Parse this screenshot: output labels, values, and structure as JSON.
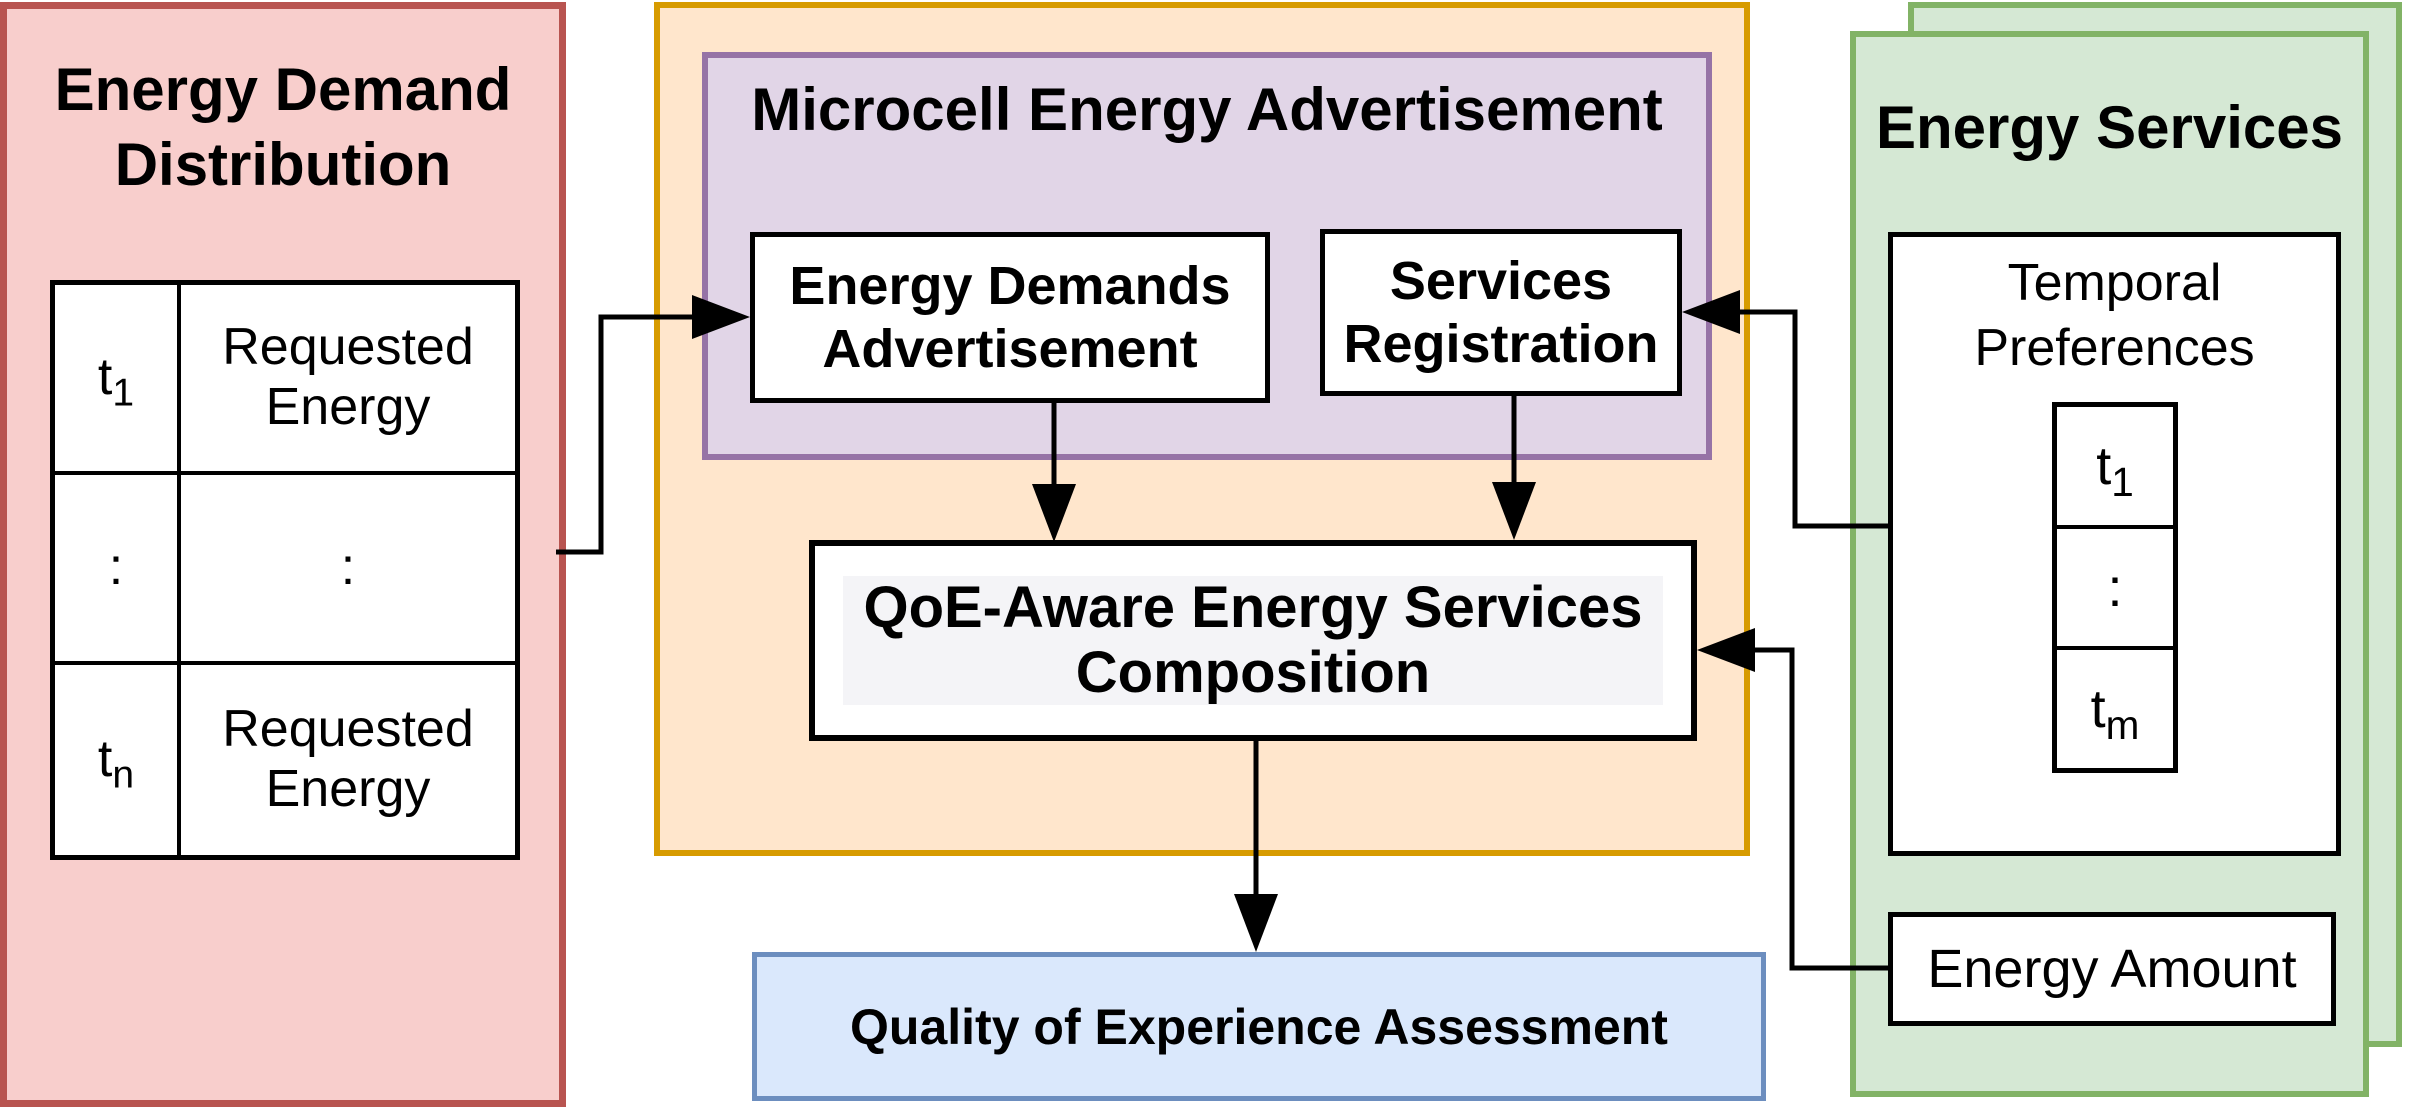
{
  "colors": {
    "pink_fill": "#f8cecc",
    "pink_border": "#b85450",
    "orange_fill": "#ffe6cc",
    "orange_border": "#d79b00",
    "purple_fill": "#e1d5e7",
    "purple_border": "#9673a6",
    "green_fill": "#d5e8d4",
    "green_border": "#82b366",
    "blue_fill": "#dae8fc",
    "blue_border": "#6c8ebf",
    "line_color": "#000000"
  },
  "left_panel": {
    "title": "Energy Demand Distribution",
    "table": {
      "rows": [
        {
          "t_base": "t",
          "t_sub": "1",
          "value": "Requested Energy"
        },
        {
          "t_base": ":",
          "t_sub": "",
          "value": ":"
        },
        {
          "t_base": "t",
          "t_sub": "n",
          "value": "Requested Energy"
        }
      ]
    }
  },
  "microcell_panel": {
    "advertisement_group": {
      "title": "Microcell Energy Advertisement",
      "energy_demands_box": "Energy Demands Advertisement",
      "services_registration_box": "Services Registration"
    },
    "composition_box": "QoE-Aware Energy Services Composition"
  },
  "assessment_box": "Quality of Experience Assessment",
  "energy_services_panel": {
    "title": "Energy Services",
    "temporal_preferences_box": {
      "title": "Temporal Preferences",
      "table": {
        "rows": [
          {
            "t_base": "t",
            "t_sub": "1"
          },
          {
            "t_base": ":",
            "t_sub": ""
          },
          {
            "t_base": "t",
            "t_sub": "m"
          }
        ]
      }
    },
    "energy_amount_box": "Energy Amount"
  }
}
